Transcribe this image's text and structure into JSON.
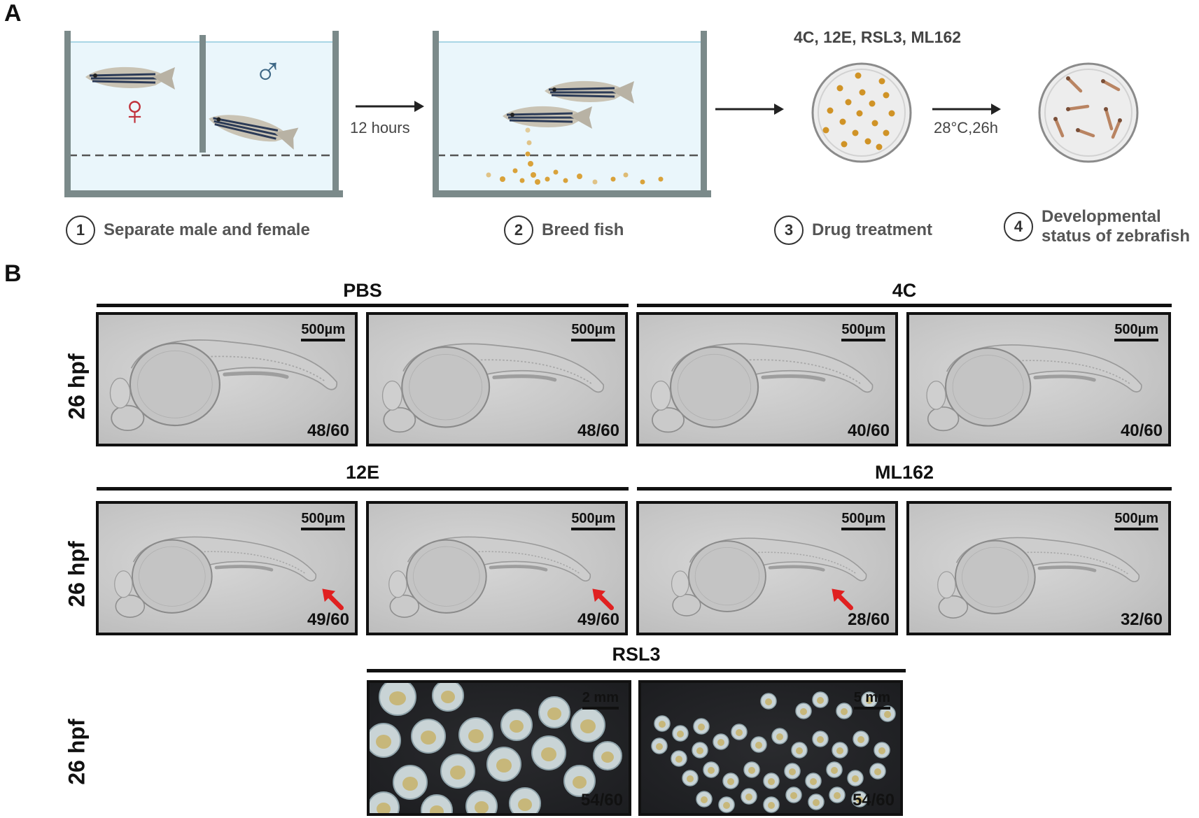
{
  "panel_a": {
    "letter": "A",
    "arrow_1_label": "12 hours",
    "drugs_label": "4C, 12E, RSL3, ML162",
    "arrow_3_label": "28°C,26h",
    "steps": [
      {
        "num": "1",
        "label": "Separate male and female"
      },
      {
        "num": "2",
        "label": "Breed fish"
      },
      {
        "num": "3",
        "label": "Drug treatment"
      },
      {
        "num": "4",
        "label": "Developmental status of zebrafish"
      }
    ],
    "female_symbol": "♀",
    "male_symbol": "♂",
    "colors": {
      "water": "#eaf6fb",
      "tank": "#7b8a8a",
      "egg": "#d9a23a",
      "female": "#c0313b",
      "male": "#3d6785"
    }
  },
  "panel_b": {
    "letter": "B",
    "row_label": "26 hpf",
    "groups": [
      {
        "title": "PBS",
        "images": [
          {
            "scale": "500µm",
            "count": "48/60"
          },
          {
            "scale": "500µm",
            "count": "48/60"
          }
        ]
      },
      {
        "title": "4C",
        "images": [
          {
            "scale": "500µm",
            "count": "40/60"
          },
          {
            "scale": "500µm",
            "count": "40/60"
          }
        ]
      },
      {
        "title": "12E",
        "images": [
          {
            "scale": "500µm",
            "count": "49/60"
          },
          {
            "scale": "500µm",
            "count": "49/60"
          }
        ]
      },
      {
        "title": "ML162",
        "images": [
          {
            "scale": "500µm",
            "count": "28/60"
          },
          {
            "scale": "500µm",
            "count": "32/60"
          }
        ]
      },
      {
        "title": "RSL3",
        "images": [
          {
            "scale": "2 mm",
            "count": "54/60"
          },
          {
            "scale": "5 mm",
            "count": "54/60"
          }
        ]
      }
    ]
  }
}
